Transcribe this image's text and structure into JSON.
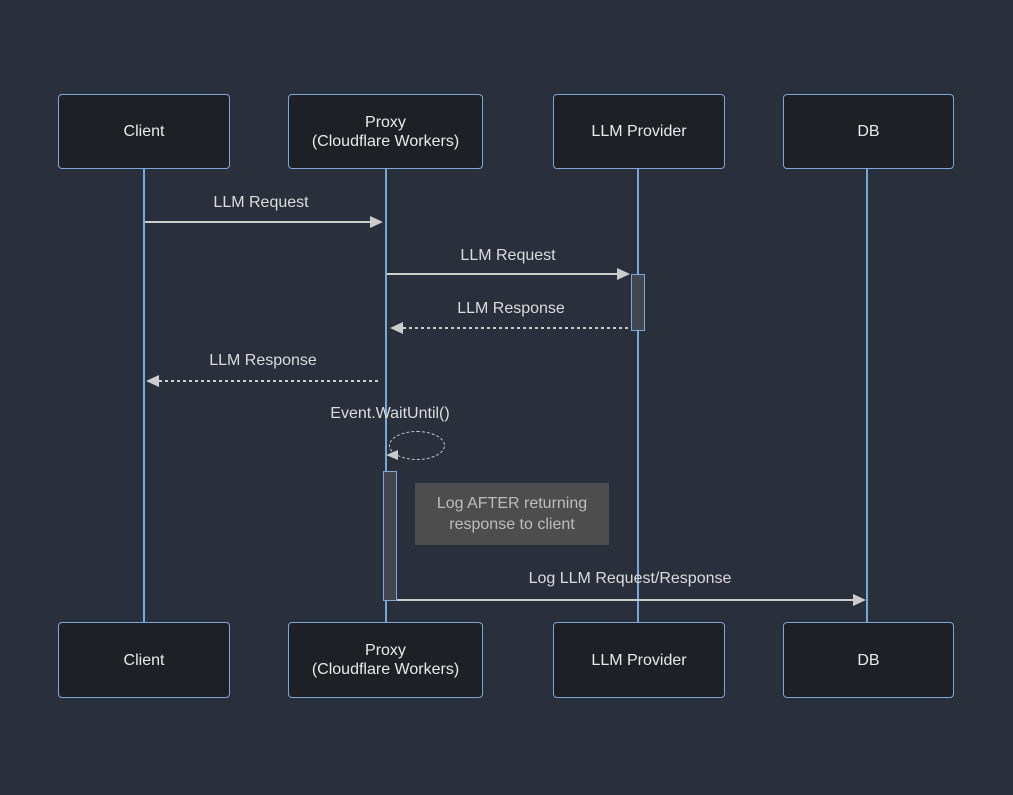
{
  "colors": {
    "background": "#2a2f3c",
    "actor_fill": "#1d2125",
    "actor_border": "#7da7d8",
    "actor_text": "#e9e9e9",
    "lifeline": "#76a8da",
    "arrow": "#cccccc",
    "label_text": "#dcdcdc",
    "note_fill": "#4d4d4d",
    "note_text": "#bdbdbd",
    "activation_fill": "#42474f",
    "activation_border": "#7da7d8"
  },
  "participants": [
    {
      "id": "client",
      "label": "Client"
    },
    {
      "id": "proxy",
      "label": "Proxy\n(Cloudflare Workers)"
    },
    {
      "id": "llm_provider",
      "label": "LLM Provider"
    },
    {
      "id": "db",
      "label": "DB"
    }
  ],
  "messages": [
    {
      "from": "client",
      "to": "proxy",
      "label": "LLM Request",
      "line": "solid"
    },
    {
      "from": "proxy",
      "to": "llm_provider",
      "label": "LLM Request",
      "line": "solid"
    },
    {
      "from": "llm_provider",
      "to": "proxy",
      "label": "LLM Response",
      "line": "dashed"
    },
    {
      "from": "proxy",
      "to": "client",
      "label": "LLM Response",
      "line": "dashed"
    },
    {
      "from": "proxy",
      "to": "proxy",
      "label": "Event.WaitUntil()",
      "line": "dashed-self-loop"
    },
    {
      "from": "proxy",
      "to": "db",
      "label": "Log LLM Request/Response",
      "line": "solid"
    }
  ],
  "note": {
    "attached_to": "proxy",
    "text": "Log AFTER returning\nresponse to client"
  }
}
